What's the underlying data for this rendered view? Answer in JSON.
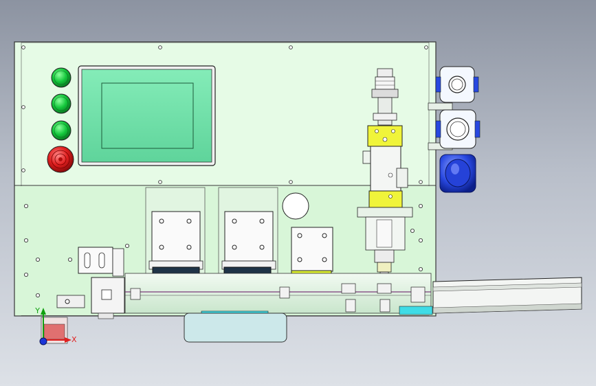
{
  "view": {
    "triad": {
      "y_label": "Y",
      "x_label": "X"
    }
  },
  "colors": {
    "panel": "#e6fbe6",
    "lower_panel": "#d8f6d8",
    "hmi_screen": "#6fe2a9",
    "lamp_green": "#14c83c",
    "estop_red": "#e01f1f",
    "valve_white": "#f4f8ff",
    "valve_blue": "#2848e0",
    "motor_dark": "#1f3347",
    "motor_lime": "#dcf030",
    "cylinder_yellow": "#f0f43a",
    "base_plate": "#cce8ea"
  },
  "components": {
    "indicator_lamps": [
      "lamp-green",
      "lamp-green",
      "lamp-green"
    ],
    "emergency_stop": "estop-red-icon",
    "servo_modules": [
      "servo-dark",
      "servo-dark",
      "servo-lime"
    ],
    "pneumatic_valves": [
      "valve-white",
      "valve-white",
      "valve-blue"
    ]
  }
}
